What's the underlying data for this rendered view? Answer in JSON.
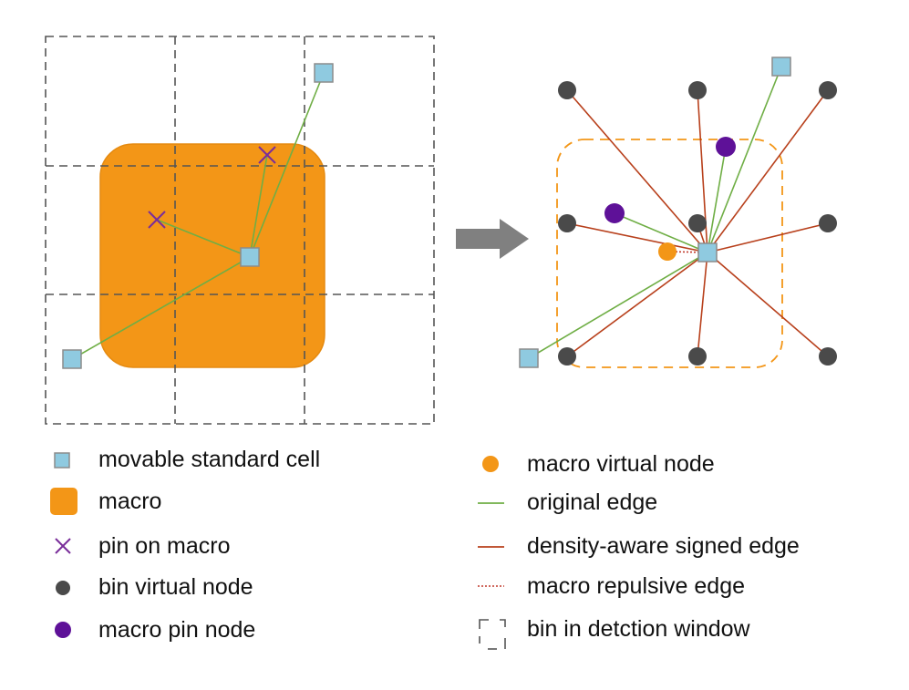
{
  "colors": {
    "macro": "#F39617",
    "macro_stroke": "#E58A10",
    "cell_fill": "#8FCAE0",
    "cell_stroke": "#8C8C8C",
    "pin_x": "#7A2E9A",
    "macro_pin_node": "#5E1198",
    "bin_node": "#4A4A4A",
    "original_edge": "#6FAE45",
    "signed_edge": "#B8401C",
    "repulsive_edge": "#C0392B",
    "grid_dash": "#555555",
    "window_dash": "#F39617",
    "arrow": "#808080"
  },
  "legend": {
    "movable_standard_cell": "movable standard cell",
    "macro": "macro",
    "pin_on_macro": "pin on macro",
    "bin_virtual_node": "bin virtual node",
    "macro_pin_node": "macro pin node",
    "macro_virtual_node": "macro virtual node",
    "original_edge": "original edge",
    "density_aware_signed_edge": "density-aware signed edge",
    "macro_repulsive_edge": "macro repulsive edge",
    "bin_in_detection_window": "bin in detction window"
  }
}
